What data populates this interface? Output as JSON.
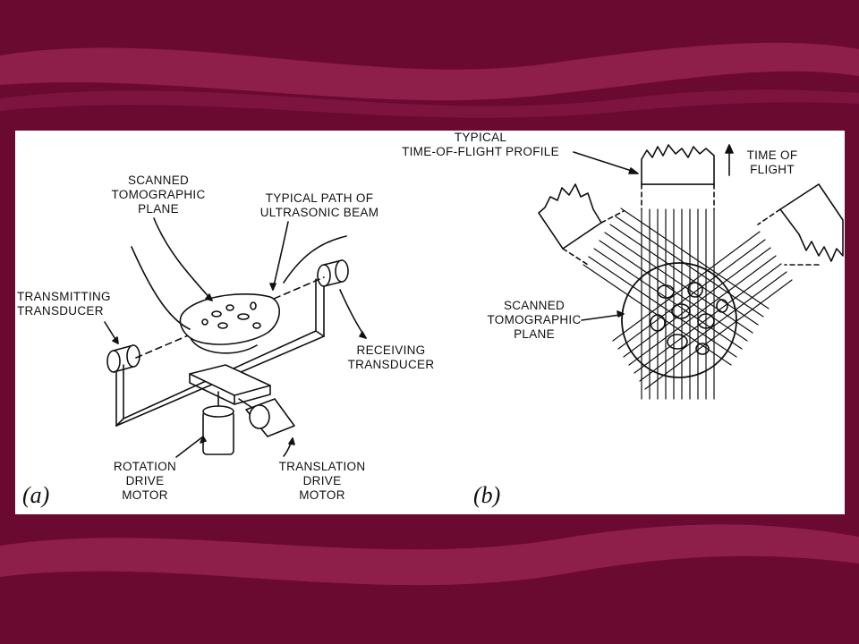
{
  "colors": {
    "background": "#6a0a30",
    "swoosh": "#8e1e4a",
    "panel": "#ffffff",
    "ink": "#111111"
  },
  "panel_a": {
    "subfigure_label": "(a)",
    "scanned_plane": "SCANNED\nTOMOGRAPHIC\nPLANE",
    "beam_path": "TYPICAL PATH OF\nULTRASONIC BEAM",
    "transmitting": "TRANSMITTING\nTRANSDUCER",
    "receiving": "RECEIVING\nTRANSDUCER",
    "rotation_motor": "ROTATION\nDRIVE\nMOTOR",
    "translation_motor": "TRANSLATION\nDRIVE\nMOTOR"
  },
  "panel_b": {
    "subfigure_label": "(b)",
    "profile": "TYPICAL\nTIME-OF-FLIGHT PROFILE",
    "time_of_flight": "TIME OF\nFLIGHT",
    "scanned_plane": "SCANNED\nTOMOGRAPHIC\nPLANE"
  }
}
